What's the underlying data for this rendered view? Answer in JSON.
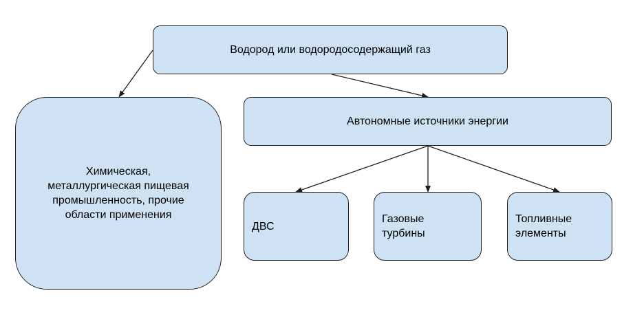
{
  "colors": {
    "box_fill": "#cfe2f3",
    "box_border": "#1f1f1f",
    "arrow": "#1f1f1f",
    "background": "#ffffff"
  },
  "nodes": {
    "top": "Водород или водородосодержащий газ",
    "left_lines": [
      "Химическая,",
      "металлургическая пищевая",
      "промышленность, прочие",
      "области применения"
    ],
    "middle": "Автономные источники энергии",
    "dvs": "ДВС",
    "gas_lines": [
      "Газовые",
      "турбины"
    ],
    "fuel_lines": [
      "Топливные",
      "элементы"
    ]
  },
  "edges": [
    {
      "from": "top",
      "to": "left"
    },
    {
      "from": "top",
      "to": "middle"
    },
    {
      "from": "middle",
      "to": "dvs"
    },
    {
      "from": "middle",
      "to": "gas"
    },
    {
      "from": "middle",
      "to": "fuel"
    }
  ]
}
